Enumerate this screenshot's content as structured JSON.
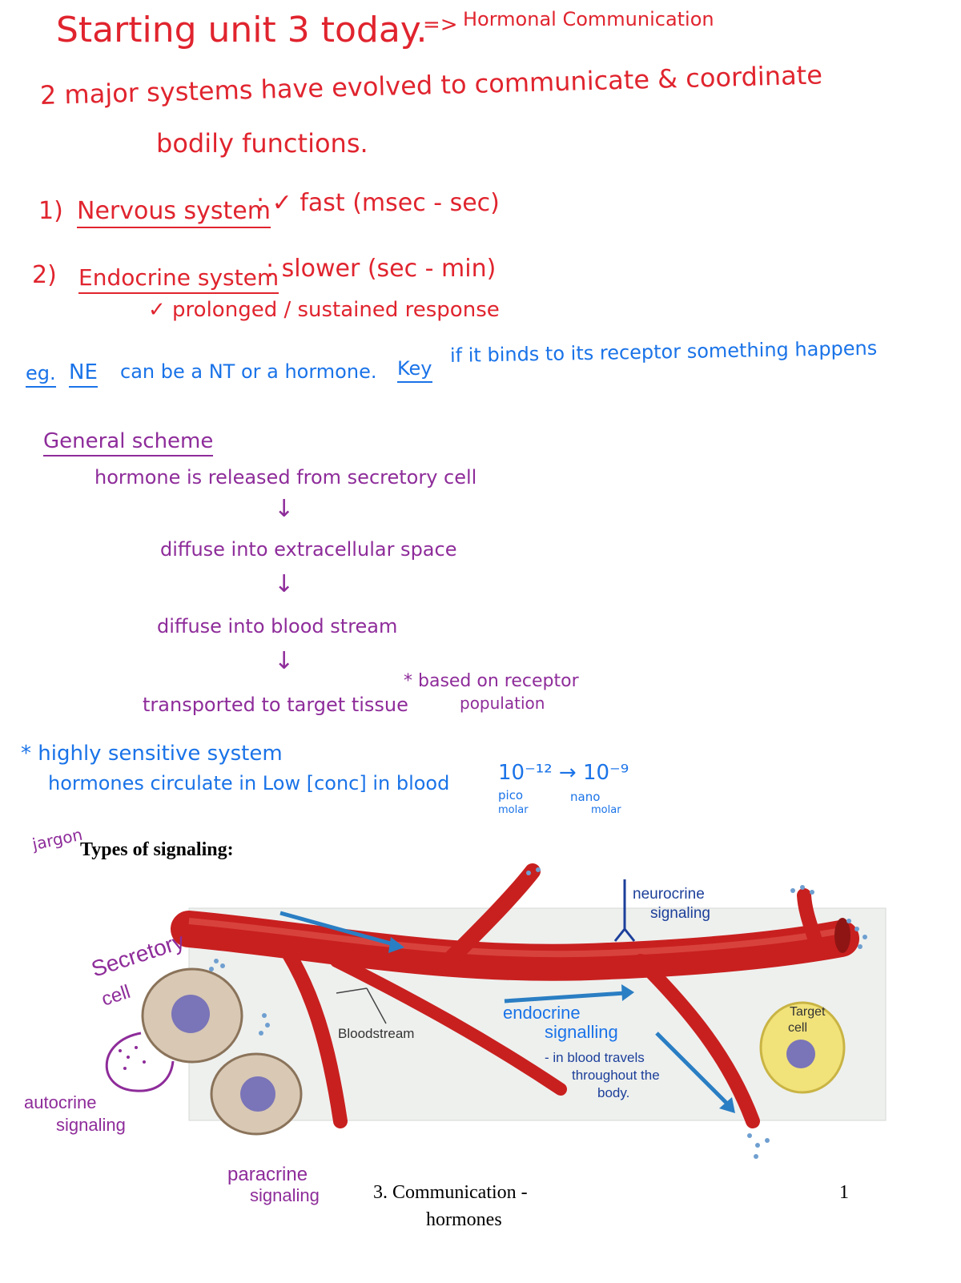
{
  "notes": {
    "title": "Starting unit 3 today.",
    "title_arrow": "=>",
    "topic": "Hormonal Communication",
    "line1": "2 major systems have evolved to communicate & coordinate",
    "line2": "bodily functions.",
    "item1_num": "1)",
    "item1_name": "Nervous system",
    "item1_desc": ": ✓ fast (msec - sec)",
    "item2_num": "2)",
    "item2_name": "Endocrine system",
    "item2_desc": ": slower (sec - min)",
    "item2_sub": "✓ prolonged / sustained response",
    "eg_label": "eg.",
    "eg_ne": "NE",
    "eg_text1": "can be a NT or a hormone.",
    "eg_key": "Key",
    "eg_text2": "if it binds to its receptor something happens"
  },
  "scheme": {
    "heading": "General scheme",
    "steps": [
      "hormone is released from secretory cell",
      "diffuse into extracellular space",
      "diffuse into blood stream",
      "transported to target tissue"
    ],
    "arrow_glyph": "↓",
    "note_line1": "* based on receptor",
    "note_line2": "population"
  },
  "sensitive": {
    "line1": "* highly sensitive system",
    "line2": "hormones circulate in Low [conc] in blood",
    "range": "10⁻¹² → 10⁻⁹",
    "pico": "pico",
    "nano": "nano",
    "molar1": "molar",
    "molar2": "molar"
  },
  "figure": {
    "jargon": "jargon",
    "heading": "Types of signaling:",
    "bloodstream_label": "Bloodstream",
    "target_cell_label_1": "Target",
    "target_cell_label_2": "cell",
    "secretory_1": "Secretory",
    "secretory_2": "cell",
    "autocrine_1": "autocrine",
    "autocrine_2": "signaling",
    "paracrine_1": "paracrine",
    "paracrine_2": "signaling",
    "neurocrine_1": "neurocrine",
    "neurocrine_2": "signaling",
    "endocrine_1": "endocrine",
    "endocrine_2": "signalling",
    "endocrine_3": "- in blood travels",
    "endocrine_4": "throughout the",
    "endocrine_5": "body.",
    "colors": {
      "vessel": "#c8201f",
      "vessel_dark": "#8f1514",
      "cell": "#d8c8b4",
      "nucleus": "#7a74b8",
      "target": "#f1e27a",
      "panel": "#eef0ee"
    }
  },
  "footer": {
    "line1": "3. Communication -",
    "line2": "hormones",
    "page": "1"
  }
}
